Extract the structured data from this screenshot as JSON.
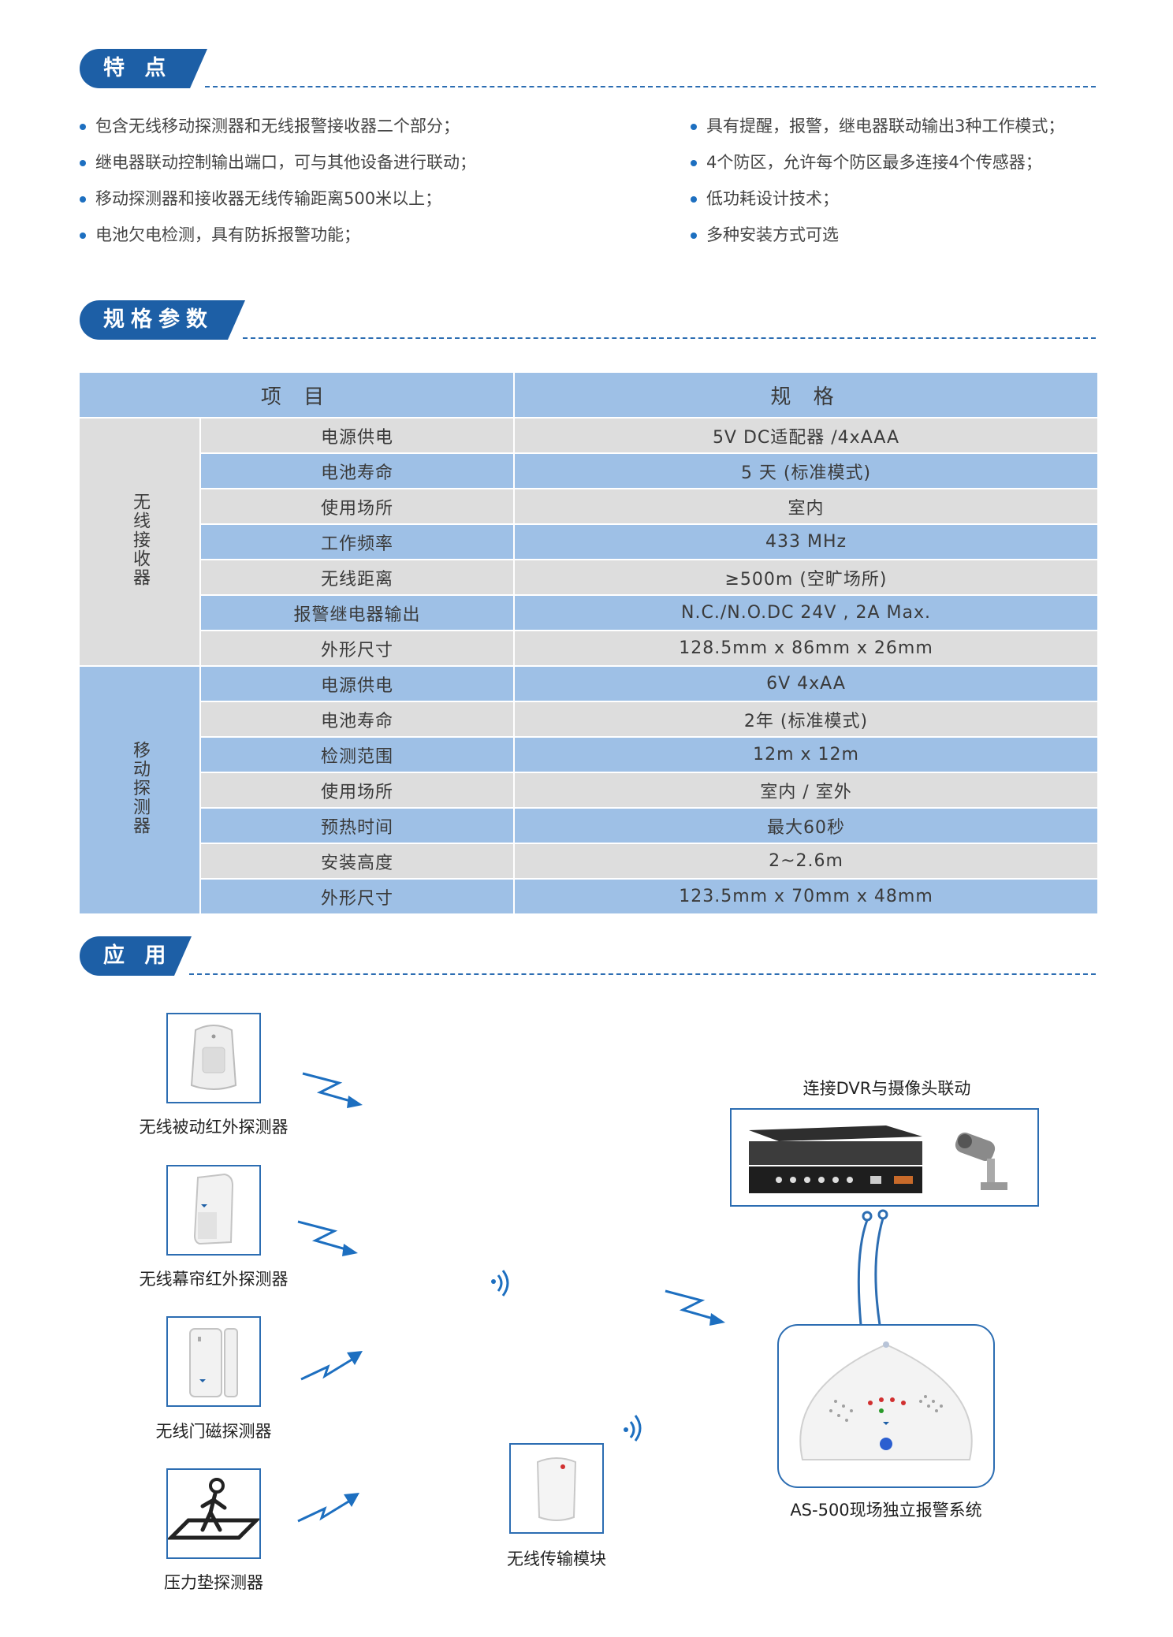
{
  "sections": {
    "features": "特 点",
    "specs": "规格参数",
    "application": "应 用"
  },
  "features_left": [
    "包含无线移动探测器和无线报警接收器二个部分；",
    "继电器联动控制输出端口，可与其他设备进行联动；",
    "移动探测器和接收器无线传输距离500米以上；",
    "电池欠电检测，具有防拆报警功能；"
  ],
  "features_right": [
    "具有提醒，报警，继电器联动输出3种工作模式；",
    "4个防区，允许每个防区最多连接4个传感器；",
    "低功耗设计技术；",
    "多种安装方式可选"
  ],
  "table": {
    "header_item": "项 目",
    "header_spec": "规 格",
    "group1": "无线接收器",
    "group2": "移动探测器",
    "rows1": [
      {
        "k": "电源供电",
        "v": "5V DC适配器 /4xAAA"
      },
      {
        "k": "电池寿命",
        "v": "5 天 (标准模式)"
      },
      {
        "k": "使用场所",
        "v": "室内"
      },
      {
        "k": "工作频率",
        "v": "433 MHz"
      },
      {
        "k": "无线距离",
        "v": "≥500m (空旷场所)"
      },
      {
        "k": "报警继电器输出",
        "v": "N.C./N.O.DC 24V , 2A  Max."
      },
      {
        "k": "外形尺寸",
        "v": "128.5mm x 86mm x 26mm"
      }
    ],
    "rows2": [
      {
        "k": "电源供电",
        "v": "6V 4xAA"
      },
      {
        "k": "电池寿命",
        "v": "2年 (标准模式)"
      },
      {
        "k": "检测范围",
        "v": "12m x 12m"
      },
      {
        "k": "使用场所",
        "v": "室内 / 室外"
      },
      {
        "k": "预热时间",
        "v": "最大60秒"
      },
      {
        "k": "安装高度",
        "v": "2~2.6m"
      },
      {
        "k": "外形尺寸",
        "v": "123.5mm x 70mm x 48mm"
      }
    ]
  },
  "application": {
    "pir": "无线被动红外探测器",
    "curtain": "无线幕帘红外探测器",
    "door": "无线门磁探测器",
    "mat": "压力垫探测器",
    "module": "无线传输模块",
    "dvr": "连接DVR与摄像头联动",
    "system": "AS-500现场独立报警系统"
  },
  "colors": {
    "brand_blue": "#1d5fa6",
    "table_blue": "#9ec0e6",
    "table_gray": "#dddddd",
    "wave_blue": "#1d6fc0"
  }
}
